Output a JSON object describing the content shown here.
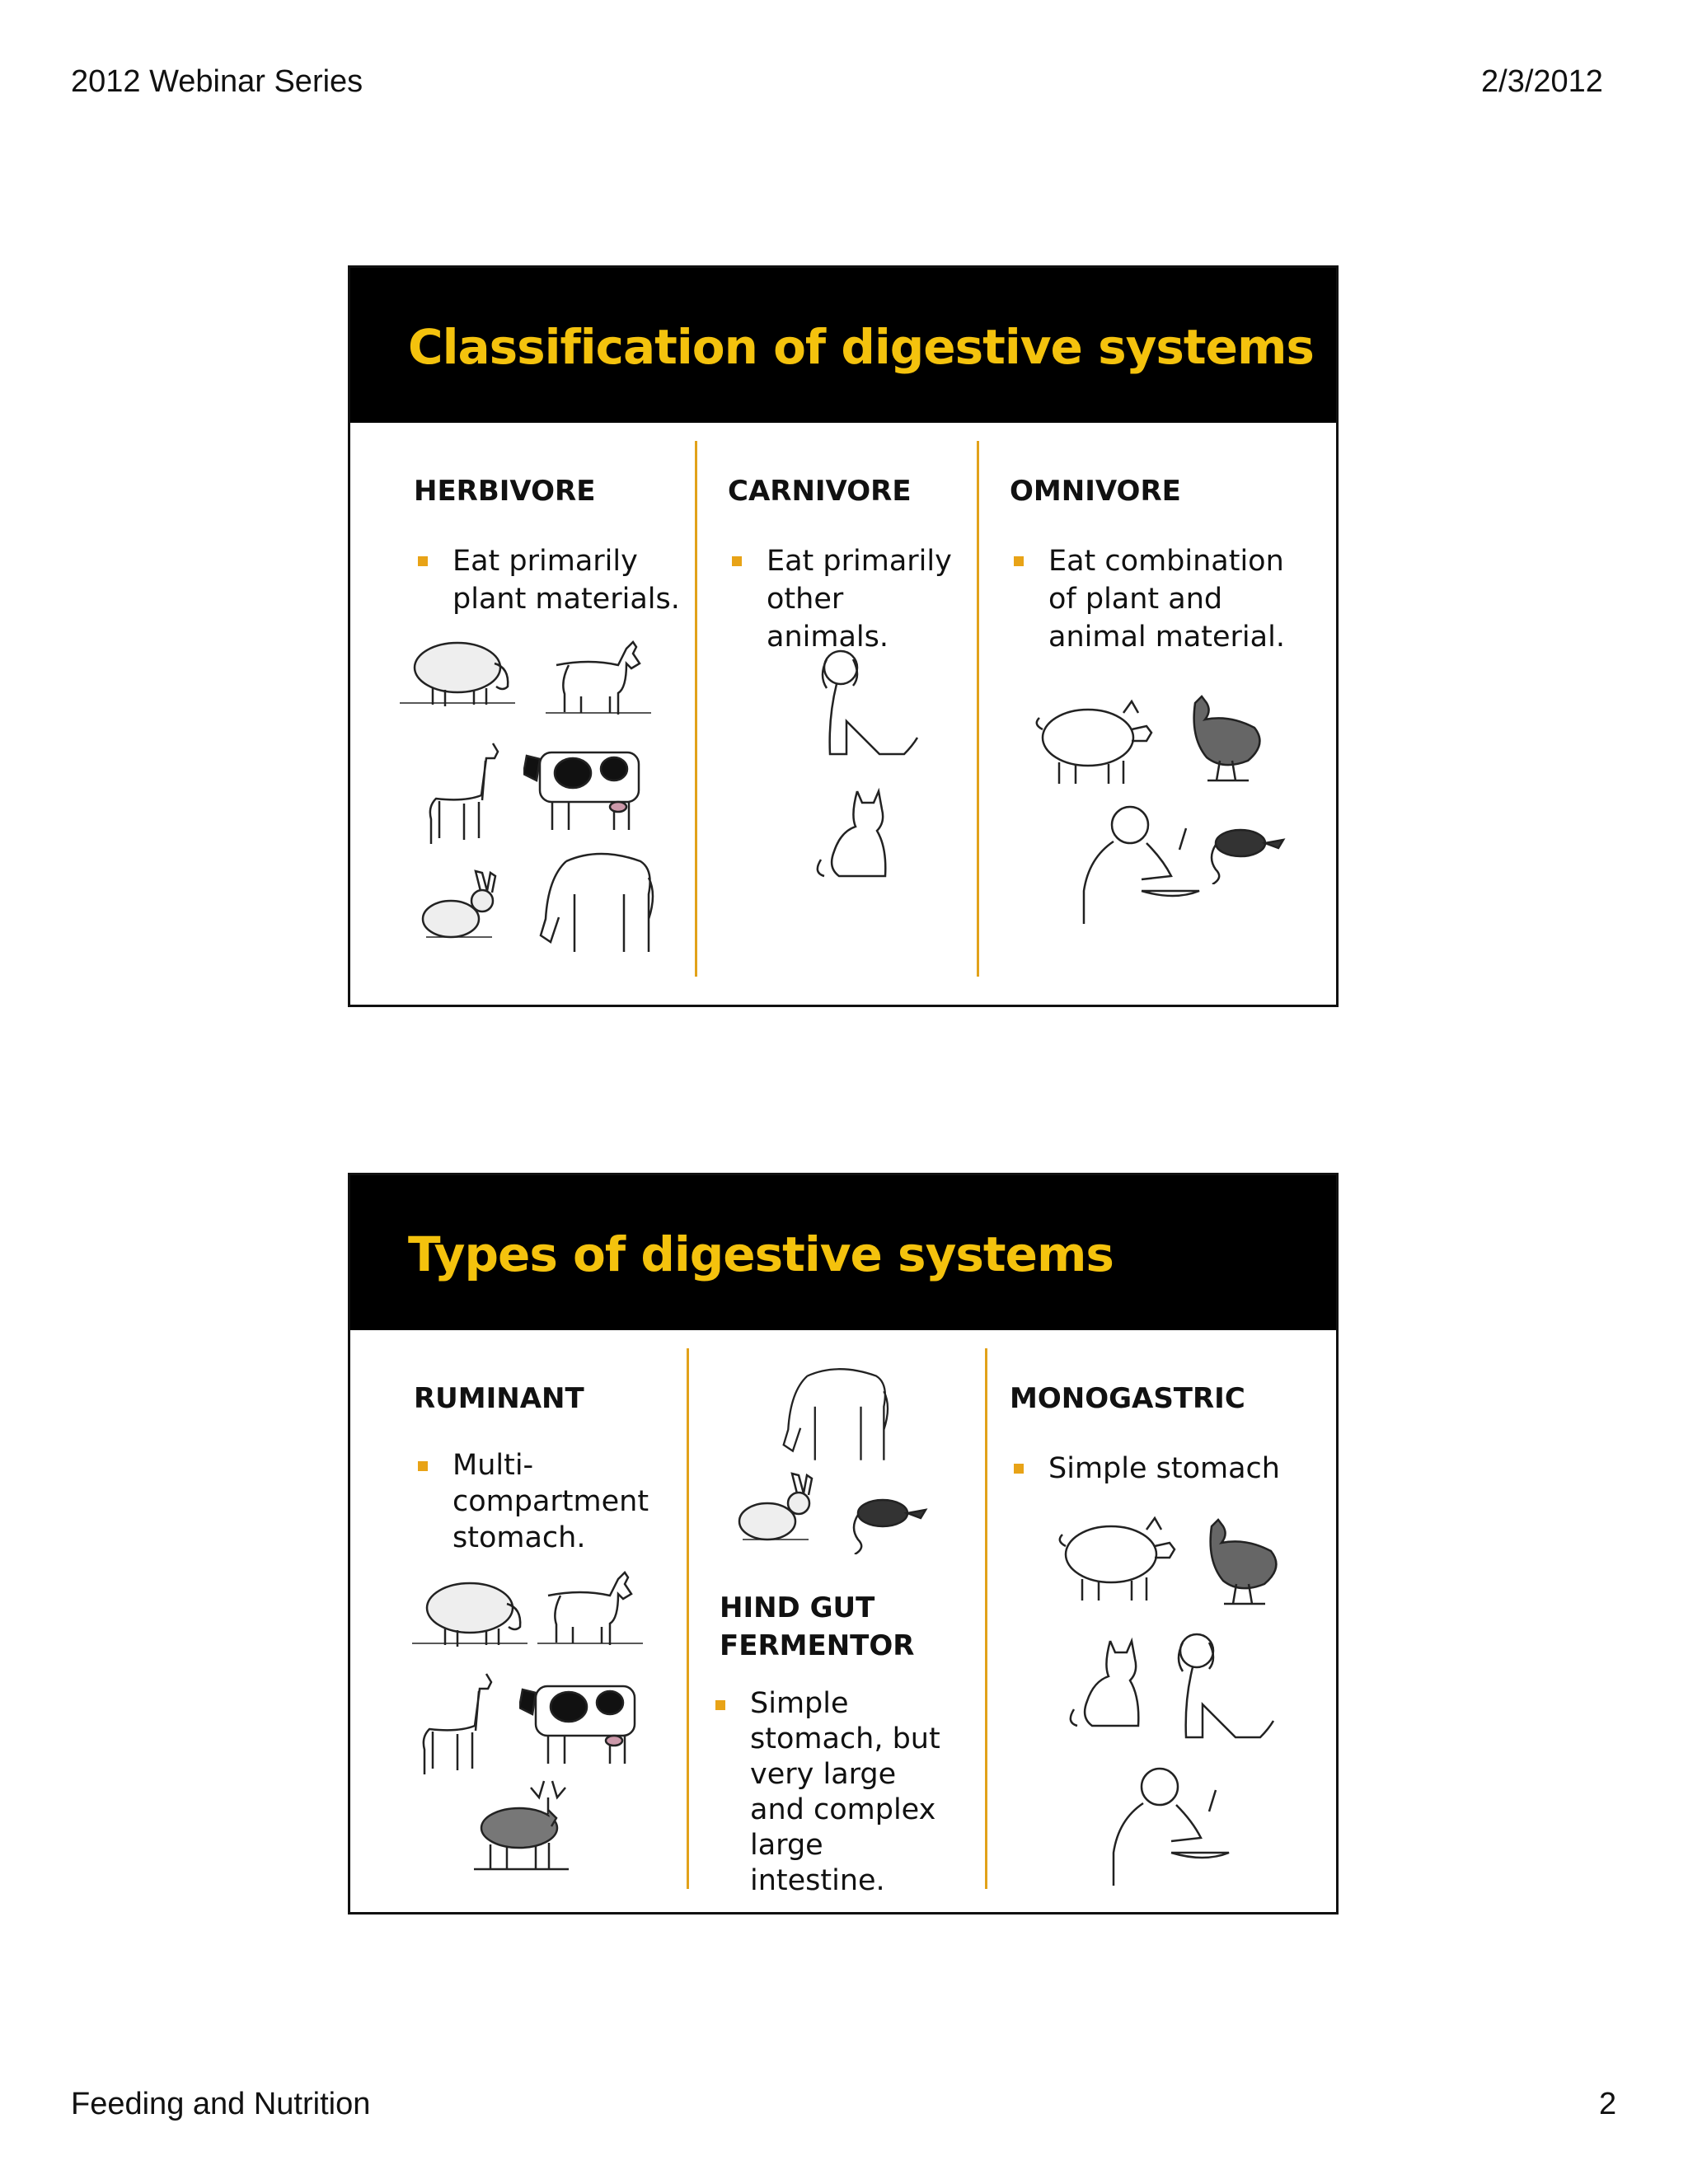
{
  "header": {
    "left": "2012 Webinar Series",
    "right": "2/3/2012"
  },
  "footer": {
    "left": "Feeding and Nutrition",
    "right": "2"
  },
  "slide1": {
    "title": "Classification of digestive systems",
    "columns": [
      {
        "heading": "HERBIVORE",
        "bullet": "Eat primarily plant materials.",
        "icons": [
          "sheep-icon",
          "goat-icon",
          "llama-icon",
          "cow-icon",
          "rabbit-icon",
          "horse-icon"
        ]
      },
      {
        "heading": "CARNIVORE",
        "bullet": "Eat primarily other animals.",
        "icons": [
          "dog-icon",
          "cat-icon"
        ]
      },
      {
        "heading": "OMNIVORE",
        "bullet": "Eat combination of plant and animal material.",
        "icons": [
          "pig-icon",
          "chicken-icon",
          "man-eating-icon",
          "rat-icon"
        ]
      }
    ]
  },
  "slide2": {
    "title": "Types of digestive systems",
    "columns": [
      {
        "heading": "RUMINANT",
        "bullet": "Multi-compartment stomach.",
        "icons": [
          "sheep-icon",
          "goat-icon",
          "llama-icon",
          "cow-icon",
          "deer-icon"
        ]
      },
      {
        "heading": "HIND GUT FERMENTOR",
        "bullet": "Simple stomach, but very large and complex large intestine.",
        "icons": [
          "horse-icon",
          "rabbit-icon",
          "rat-icon"
        ]
      },
      {
        "heading": "MONOGASTRIC",
        "bullet": "Simple stomach",
        "icons": [
          "pig-icon",
          "chicken-icon",
          "cat-icon",
          "dog-icon",
          "man-eating-icon"
        ]
      }
    ]
  },
  "colors": {
    "title_text": "#f4c20d",
    "title_bar": "#000000",
    "accent": "#e2a21a"
  }
}
